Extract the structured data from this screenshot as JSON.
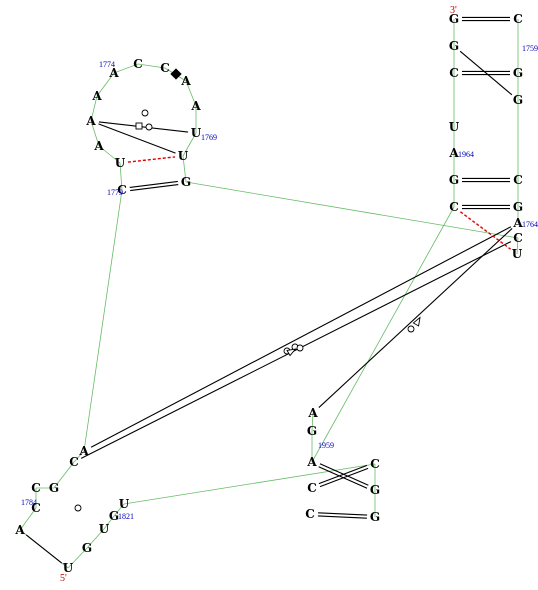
{
  "nucleotides": [
    {
      "id": "n1",
      "base": "U"
    },
    {
      "id": "n2",
      "base": "G"
    },
    {
      "id": "n3",
      "base": "C"
    },
    {
      "id": "n4",
      "base": "A"
    },
    {
      "id": "n5",
      "base": "C"
    },
    {
      "id": "n6",
      "base": "G"
    },
    {
      "id": "n7",
      "base": "C"
    },
    {
      "id": "n8",
      "base": "A"
    },
    {
      "id": "n9",
      "base": "C"
    },
    {
      "id": "n10",
      "base": "G"
    },
    {
      "id": "n11",
      "base": "U"
    },
    {
      "id": "n12",
      "base": "A"
    },
    {
      "id": "n13",
      "base": "A"
    },
    {
      "id": "n14",
      "base": "A"
    },
    {
      "id": "n15",
      "base": "A"
    },
    {
      "id": "n16",
      "base": "A"
    },
    {
      "id": "n17",
      "base": "C"
    },
    {
      "id": "n18",
      "base": "C"
    },
    {
      "id": "n19",
      "base": "A"
    },
    {
      "id": "n20",
      "base": "U"
    },
    {
      "id": "n21",
      "base": "U"
    },
    {
      "id": "n22",
      "base": "U"
    },
    {
      "id": "n23",
      "base": "G"
    },
    {
      "id": "n24",
      "base": "U"
    },
    {
      "id": "n25",
      "base": "C"
    },
    {
      "id": "n26",
      "base": "A"
    },
    {
      "id": "n27",
      "base": "C"
    },
    {
      "id": "n28",
      "base": "G"
    },
    {
      "id": "n29",
      "base": "C"
    },
    {
      "id": "n30",
      "base": "G"
    },
    {
      "id": "n31",
      "base": "A"
    },
    {
      "id": "n32",
      "base": "G"
    },
    {
      "id": "n33",
      "base": "C"
    },
    {
      "id": "n34",
      "base": "G"
    },
    {
      "id": "n35",
      "base": "U"
    },
    {
      "id": "n36",
      "base": "A"
    },
    {
      "id": "n37",
      "base": "A"
    },
    {
      "id": "n38",
      "base": "G"
    },
    {
      "id": "n39",
      "base": "C"
    },
    {
      "id": "n40",
      "base": "G"
    },
    {
      "id": "n41",
      "base": "G"
    },
    {
      "id": "n42",
      "base": "C"
    },
    {
      "id": "n43",
      "base": "C"
    },
    {
      "id": "n44",
      "base": "G"
    },
    {
      "id": "n45",
      "base": "U"
    },
    {
      "id": "n46",
      "base": "C"
    },
    {
      "id": "n47",
      "base": "G"
    }
  ],
  "residue_numbers": [
    {
      "id": "r1784",
      "text": "1784"
    },
    {
      "id": "r1821",
      "text": "1821"
    },
    {
      "id": "r1774",
      "text": "1774"
    },
    {
      "id": "r1769",
      "text": "1769"
    },
    {
      "id": "r1779",
      "text": "1779"
    },
    {
      "id": "r1759",
      "text": "1759"
    },
    {
      "id": "r1964",
      "text": "1964"
    },
    {
      "id": "r1764",
      "text": "1764"
    },
    {
      "id": "r1959",
      "text": "1959"
    }
  ],
  "strand_ends": {
    "five_prime": "5'",
    "three_prime": "3'"
  }
}
